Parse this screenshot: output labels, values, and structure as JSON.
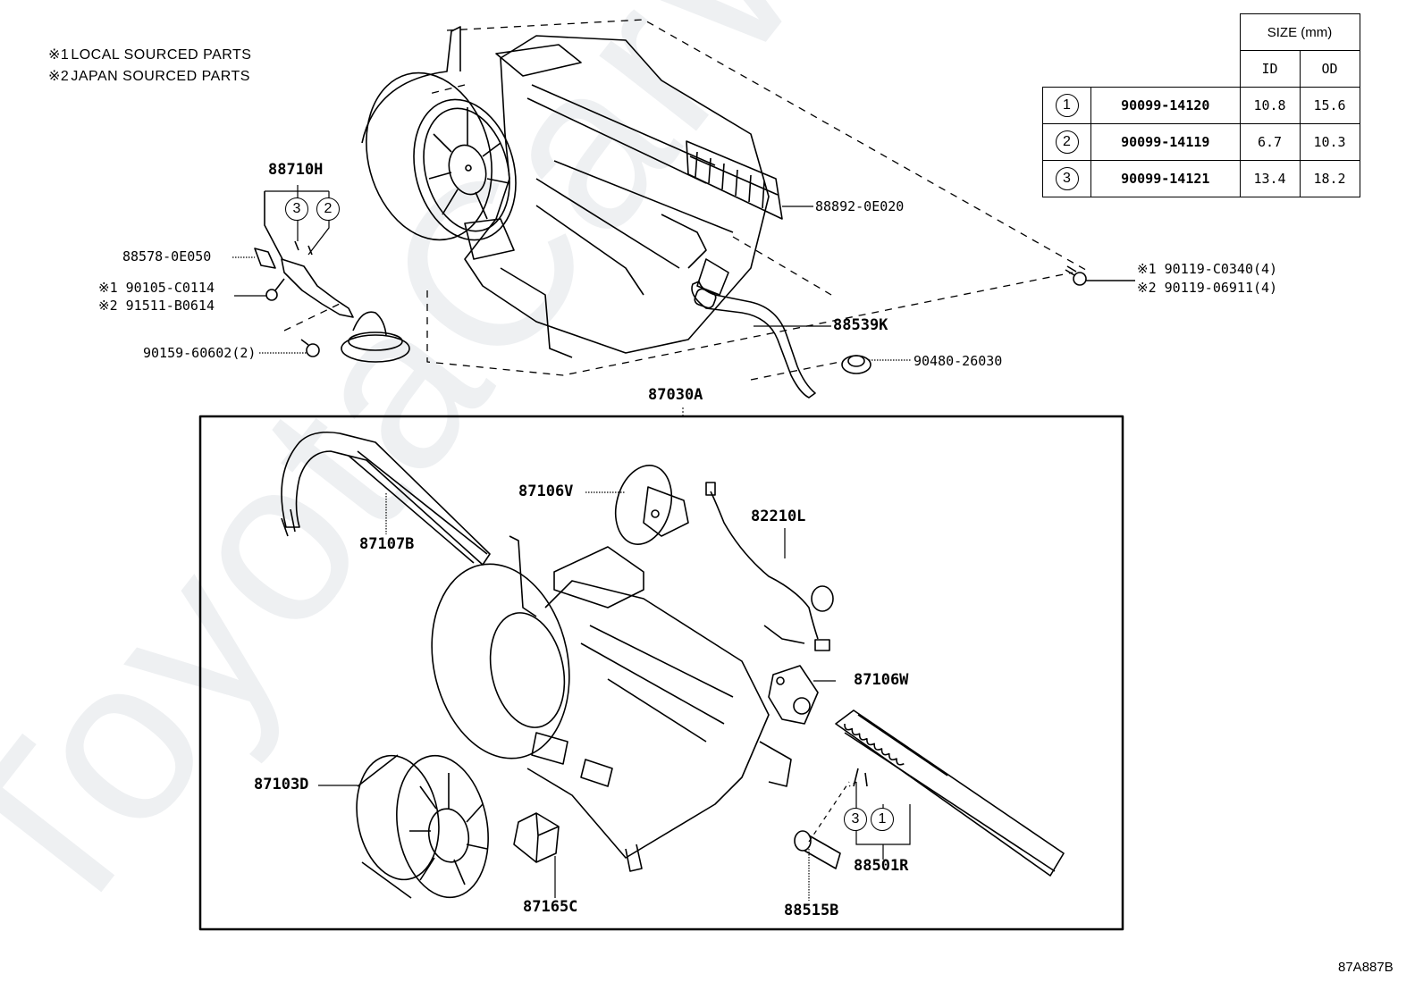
{
  "watermark": "ToyotaCarWine.",
  "legend": [
    {
      "mark": "※1",
      "text": "LOCAL SOURCED PARTS"
    },
    {
      "mark": "※2",
      "text": "JAPAN SOURCED PARTS"
    }
  ],
  "size_table": {
    "header": "SIZE (mm)",
    "col_id": "ID",
    "col_od": "OD",
    "rows": [
      {
        "ref": "1",
        "part": "90099-14120",
        "id": "10.8",
        "od": "15.6"
      },
      {
        "ref": "2",
        "part": "90099-14119",
        "id": "6.7",
        "od": "10.3"
      },
      {
        "ref": "3",
        "part": "90099-14121",
        "id": "13.4",
        "od": "18.2"
      }
    ]
  },
  "upper_labels": {
    "p88710H": "88710H",
    "p88710H_refs": [
      "3",
      "2"
    ],
    "p88578": "88578-0E050",
    "p90105": "※1 90105-C0114",
    "p91511": "※2 91511-B0614",
    "p90159": "90159-60602(2)",
    "p88892": "88892-0E020",
    "p90119a": "※1 90119-C0340(4)",
    "p90119b": "※2 90119-06911(4)",
    "p88539K": "88539K",
    "p90480": "90480-26030",
    "p87030A": "87030A"
  },
  "assembly_labels": {
    "p87106V": "87106V",
    "p82210L": "82210L",
    "p87107B": "87107B",
    "p87106W": "87106W",
    "p87103D": "87103D",
    "p87165C": "87165C",
    "p88515B": "88515B",
    "p88501R": "88501R",
    "p88501R_refs": [
      "3",
      "1"
    ]
  },
  "diagram_id": "87A887B"
}
